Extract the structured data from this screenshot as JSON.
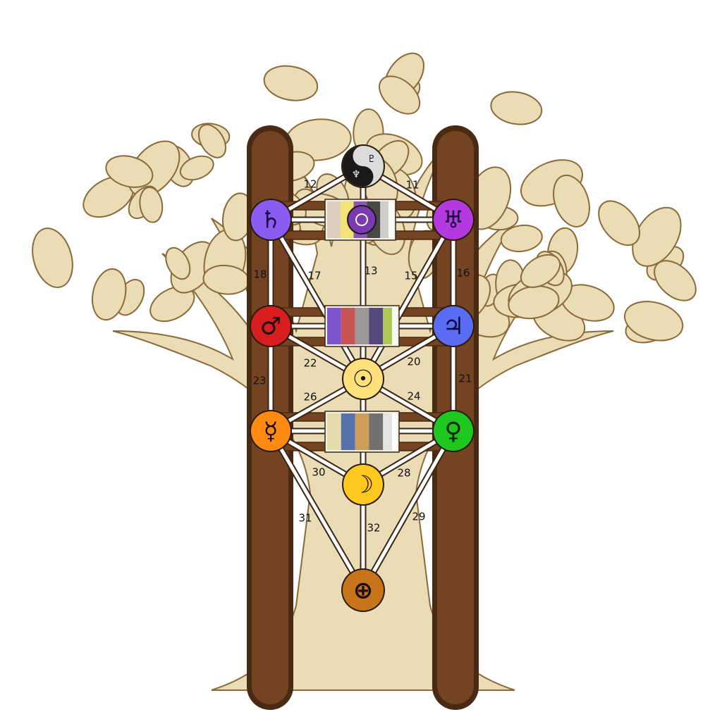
{
  "colors": {
    "tree_fill": "#eadcb4",
    "tree_stroke": "#8a6a3a",
    "pillar": "#744422",
    "pillar_edge": "#4a2a12",
    "path_line": "#ffffff",
    "path_edge": "#3a2414"
  },
  "sephirot": [
    {
      "id": "crown",
      "symbol": "☯",
      "planets": [
        "♆",
        "♇"
      ],
      "fill": "#1a1a1a",
      "fill2": "#dcdcdc",
      "glyph_color": "#000000",
      "icon": "yin-yang-icon"
    },
    {
      "id": "saturn",
      "symbol": "♄",
      "fill": "#8a5cf0",
      "glyph_color": "#1a0a40",
      "icon": "saturn-symbol-icon"
    },
    {
      "id": "uranus",
      "symbol": "♅",
      "fill": "#b43ae0",
      "glyph_color": "#1a0a40",
      "icon": "uranus-symbol-icon"
    },
    {
      "id": "mars",
      "symbol": "♂",
      "fill": "#d81e1e",
      "glyph_color": "#1a0a0a",
      "icon": "mars-symbol-icon"
    },
    {
      "id": "jupiter",
      "symbol": "♃",
      "fill": "#5a6cf2",
      "glyph_color": "#0a0a40",
      "icon": "jupiter-symbol-icon"
    },
    {
      "id": "sun",
      "symbol": "☉",
      "fill": "#ffe07a",
      "glyph_color": "#1a1000",
      "icon": "sun-symbol-icon"
    },
    {
      "id": "mercury",
      "symbol": "☿",
      "fill": "#ff8a12",
      "glyph_color": "#1a0a00",
      "icon": "mercury-symbol-icon"
    },
    {
      "id": "venus",
      "symbol": "♀",
      "fill": "#1ec81e",
      "glyph_color": "#002000",
      "icon": "venus-symbol-icon"
    },
    {
      "id": "moon",
      "symbol": "☽",
      "fill": "#ffc81e",
      "glyph_color": "#1a1000",
      "icon": "moon-symbol-icon"
    },
    {
      "id": "earth",
      "symbol": "⊕",
      "fill": "#c8741a",
      "glyph_color": "#1a0a00",
      "icon": "earth-symbol-icon"
    }
  ],
  "paths": [
    {
      "number": "11",
      "from": "crown",
      "to": "uranus"
    },
    {
      "number": "12",
      "from": "crown",
      "to": "saturn"
    },
    {
      "number": "13",
      "from": "crown",
      "to": "sun"
    },
    {
      "number": "15",
      "from": "uranus",
      "to": "sun"
    },
    {
      "number": "16",
      "from": "uranus",
      "to": "jupiter"
    },
    {
      "number": "17",
      "from": "saturn",
      "to": "sun"
    },
    {
      "number": "18",
      "from": "saturn",
      "to": "mars"
    },
    {
      "number": "20",
      "from": "jupiter",
      "to": "sun"
    },
    {
      "number": "21",
      "from": "jupiter",
      "to": "venus"
    },
    {
      "number": "22",
      "from": "mars",
      "to": "sun"
    },
    {
      "number": "23",
      "from": "mars",
      "to": "mercury"
    },
    {
      "number": "24",
      "from": "sun",
      "to": "venus"
    },
    {
      "number": "26",
      "from": "sun",
      "to": "mercury"
    },
    {
      "number": "28",
      "from": "venus",
      "to": "moon"
    },
    {
      "number": "29",
      "from": "venus",
      "to": "earth"
    },
    {
      "number": "30",
      "from": "mercury",
      "to": "moon"
    },
    {
      "number": "31",
      "from": "mercury",
      "to": "earth"
    },
    {
      "number": "32",
      "from": "moon",
      "to": "earth"
    }
  ],
  "bars": [
    {
      "id": "saturn-uranus",
      "from": "saturn",
      "to": "uranus"
    },
    {
      "id": "mars-jupiter",
      "from": "mars",
      "to": "jupiter"
    },
    {
      "id": "mercury-venus",
      "from": "mercury",
      "to": "venus"
    },
    {
      "id": "sun-moon",
      "from": "sun",
      "to": "moon"
    }
  ],
  "cards": [
    {
      "id": "upper-card",
      "bar": "saturn-uranus",
      "tones": [
        "#d8c8b8",
        "#f0e060",
        "#7a3ab0",
        "#2a2a2a",
        "#c8c8c8"
      ],
      "caption": ""
    },
    {
      "id": "middle-card",
      "bar": "mars-jupiter",
      "tones": [
        "#6a3ac8",
        "#c03a3a",
        "#8a8a8a",
        "#3a2a6a",
        "#a0c040"
      ],
      "caption": ""
    },
    {
      "id": "lower-card",
      "bar": "mercury-venus",
      "tones": [
        "#e0d8a0",
        "#3a5aa0",
        "#c89040",
        "#5a5a5a",
        "#e0e0e0"
      ],
      "caption": ""
    }
  ]
}
